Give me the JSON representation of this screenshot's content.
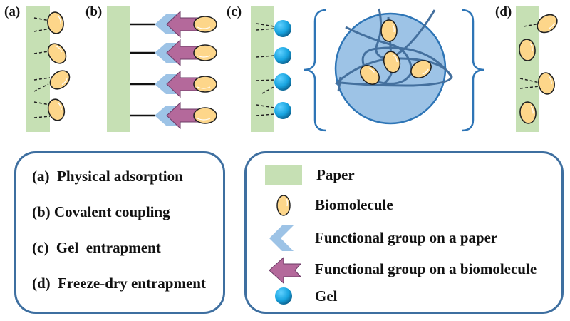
{
  "panels": [
    {
      "id": "a",
      "label": "(a)"
    },
    {
      "id": "b",
      "label": "(b)"
    },
    {
      "id": "c",
      "label": "(c)"
    },
    {
      "id": "d",
      "label": "(d)"
    }
  ],
  "methods_box": {
    "items": [
      {
        "label": "(a)  Physical adsorption"
      },
      {
        "label": "(b) Covalent coupling"
      },
      {
        "label": "(c)  Gel  entrapment"
      },
      {
        "label": "(d)  Freeze-dry entrapment"
      }
    ]
  },
  "legend_box": {
    "items": [
      {
        "symbol": "paper-swatch",
        "label": "Paper"
      },
      {
        "symbol": "biomolecule-icon",
        "label": "Biomolecule"
      },
      {
        "symbol": "paper-functional-group-icon",
        "label": "Functional group on a paper"
      },
      {
        "symbol": "biomolecule-functional-group-icon",
        "label": "Functional group on a biomolecule"
      },
      {
        "symbol": "gel-bead-icon",
        "label": "Gel"
      }
    ]
  },
  "colors": {
    "paper": "#c6e0b4",
    "biomolecule": "#fdd68a",
    "paper_group": "#9dc3e6",
    "bio_group": "#b4699b",
    "gel": "#18a4e0",
    "gel_matrix": "#9dc3e6",
    "box_border": "#3e6fa0"
  }
}
